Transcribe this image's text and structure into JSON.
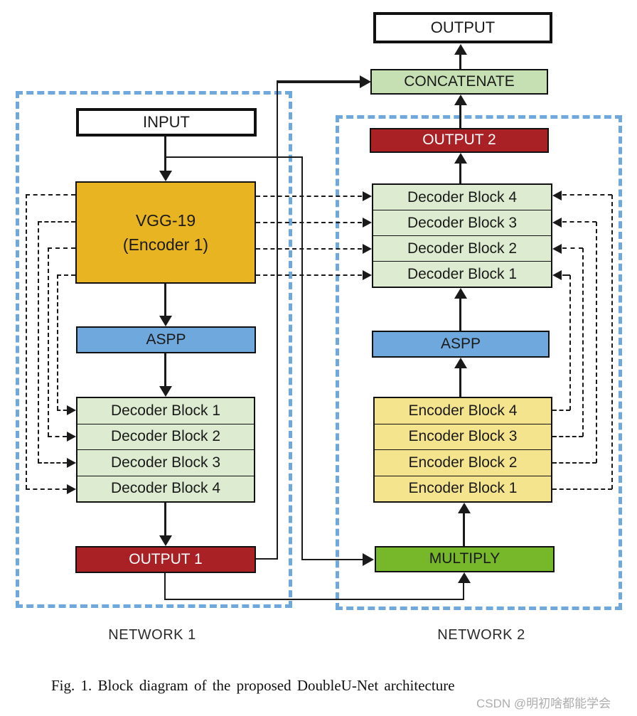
{
  "figure": {
    "top": {
      "output_label": "OUTPUT",
      "concatenate_label": "CONCATENATE"
    },
    "network1": {
      "label": "NETWORK 1",
      "input_label": "INPUT",
      "encoder_title": "VGG-19",
      "encoder_subtitle": "(Encoder 1)",
      "aspp_label": "ASPP",
      "decoder_blocks": [
        "Decoder Block 1",
        "Decoder Block 2",
        "Decoder Block 3",
        "Decoder Block 4"
      ],
      "output_label": "OUTPUT 1"
    },
    "network2": {
      "label": "NETWORK 2",
      "output_label": "OUTPUT 2",
      "decoder_blocks": [
        "Decoder Block 4",
        "Decoder Block 3",
        "Decoder Block 2",
        "Decoder Block 1"
      ],
      "aspp_label": "ASPP",
      "encoder_blocks": [
        "Encoder Block 4",
        "Encoder Block 3",
        "Encoder Block 2",
        "Encoder Block 1"
      ],
      "multiply_label": "MULTIPLY"
    },
    "caption": "Fig. 1.  Block diagram of the proposed DoubleU-Net architecture",
    "watermark": "CSDN @明初啥都能学会",
    "colors": {
      "encoder1_fill": "#E9B421",
      "aspp_fill": "#6FA8DC",
      "decoder_fill": "#DDECD0",
      "concatenate_fill": "#C6E0B4",
      "encoder2_fill": "#F5E48E",
      "output_fill": "#A92025",
      "multiply_fill": "#76B82A",
      "network_boundary": "#6FA8DC",
      "connector": "#1A1A1A"
    }
  }
}
